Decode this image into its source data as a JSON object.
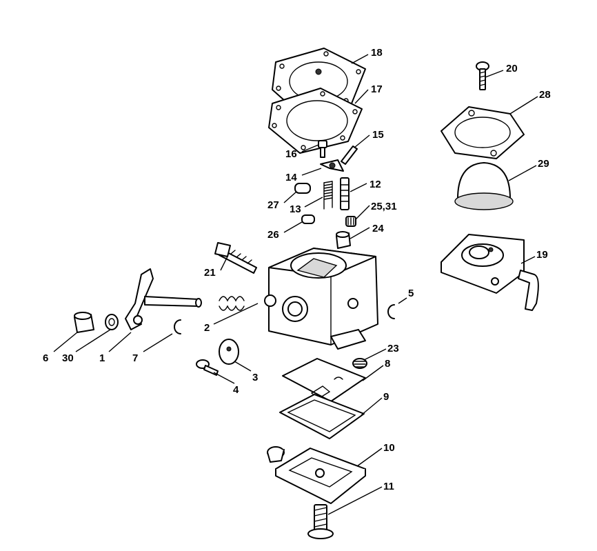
{
  "labels": {
    "p1": "1",
    "p2": "2",
    "p3": "3",
    "p4": "4",
    "p5": "5",
    "p6": "6",
    "p7": "7",
    "p8": "8",
    "p9": "9",
    "p10": "10",
    "p11": "11",
    "p12": "12",
    "p13": "13",
    "p14": "14",
    "p15": "15",
    "p16": "16",
    "p17": "17",
    "p18": "18",
    "p19": "19",
    "p20": "20",
    "p21": "21",
    "p23": "23",
    "p24": "24",
    "p2531": "25,31",
    "p26": "26",
    "p27": "27",
    "p28": "28",
    "p29": "29",
    "p30": "30"
  }
}
